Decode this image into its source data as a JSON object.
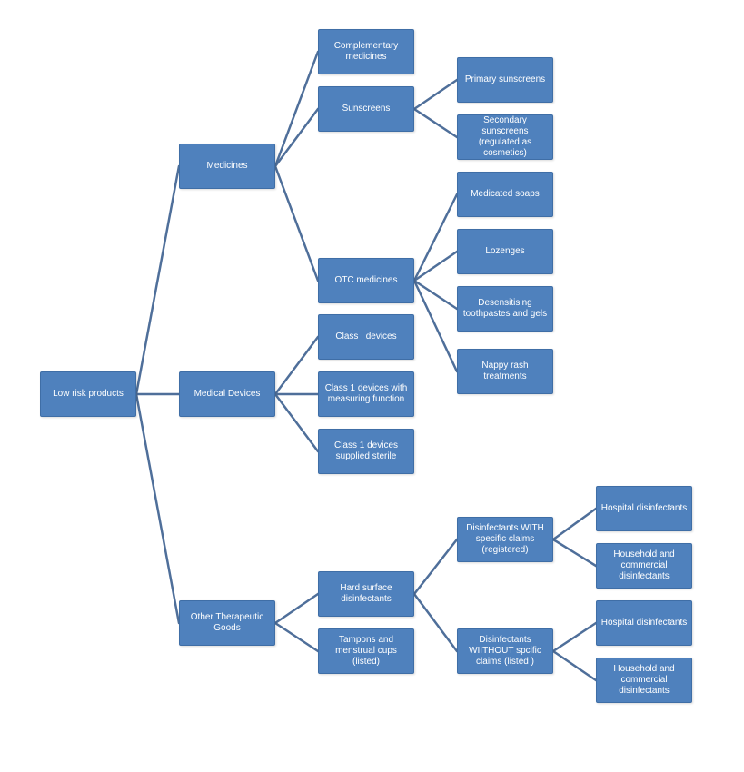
{
  "colors": {
    "node_fill": "#4f81bd",
    "connector": "#4f6f9a"
  },
  "tree": {
    "root": "Low risk products",
    "medicines": {
      "label": "Medicines",
      "complementary": "Complementary medicines",
      "sunscreens": {
        "label": "Sunscreens",
        "primary": "Primary sunscreens",
        "secondary": "Secondary sunscreens (regulated as cosmetics)"
      },
      "otc": {
        "label": "OTC medicines",
        "soaps": "Medicated soaps",
        "lozenges": "Lozenges",
        "toothpastes": "Desensitising toothpastes and gels",
        "nappy": "Nappy rash treatments"
      }
    },
    "devices": {
      "label": "Medical Devices",
      "class1": "Class I devices",
      "measuring": "Class 1 devices with measuring function",
      "sterile": "Class 1 devices supplied sterile"
    },
    "other": {
      "label": "Other Therapeutic Goods",
      "hard": {
        "label": "Hard surface disinfectants",
        "with": {
          "label": "Disinfectants WITH specific claims (registered)",
          "hospital": "Hospital disinfectants",
          "household": "Household and commercial disinfectants"
        },
        "without": {
          "label": "Disinfectants WIITHOUT spcific claims (listed )",
          "hospital": "Hospital disinfectants",
          "household": "Household and commercial disinfectants"
        }
      },
      "tampons": "Tampons and menstrual cups (listed)"
    }
  }
}
